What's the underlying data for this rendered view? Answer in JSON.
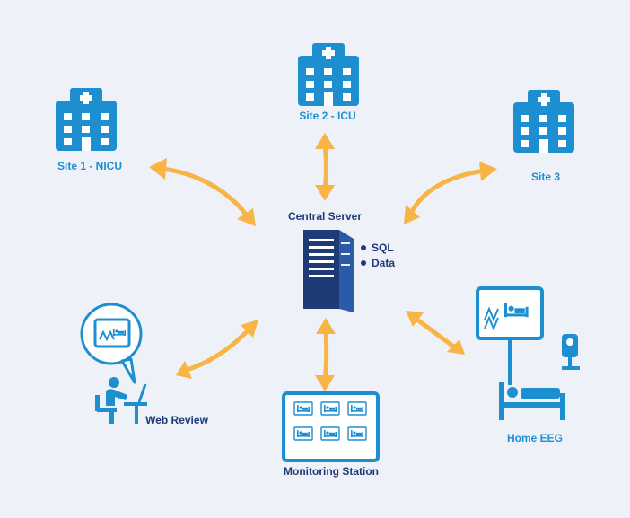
{
  "diagram": {
    "central": {
      "title": "Central Server",
      "bullets": [
        "SQL",
        "Data"
      ]
    },
    "nodes": {
      "site1": "Site 1 - NICU",
      "site2": "Site 2 - ICU",
      "site3": "Site 3",
      "web_review": "Web Review",
      "monitoring": "Monitoring Station",
      "home_eeg": "Home EEG"
    }
  },
  "colors": {
    "background": "#eef1f7",
    "icon_blue": "#1d8fd0",
    "server_navy": "#1e3b78",
    "arrow_orange": "#f8b445"
  }
}
